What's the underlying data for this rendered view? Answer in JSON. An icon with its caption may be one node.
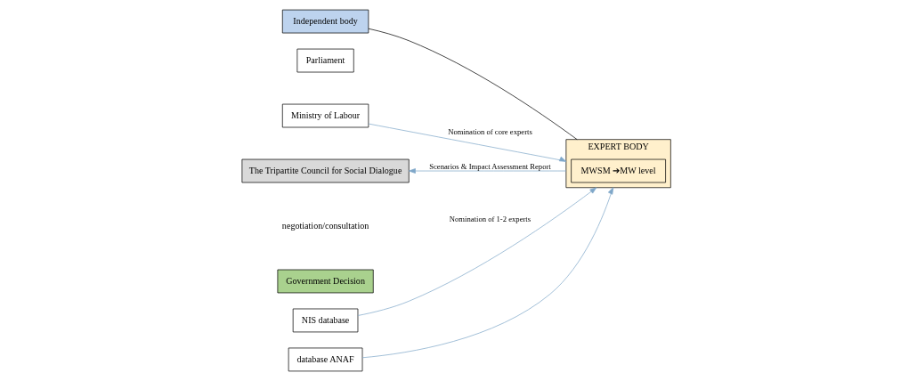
{
  "diagram": {
    "nodes": [
      {
        "text": [
          "Independent body"
        ]
      },
      {
        "text": [
          "Parliament"
        ]
      },
      {
        "text": [
          "Ministry of Labour"
        ]
      },
      {
        "text": [
          "EXPERT BODY"
        ]
      },
      {
        "text": [
          "MWSM ➔MW level"
        ],
        "in": 3
      },
      {
        "text": [
          "NIS database"
        ]
      },
      {
        "text": [
          "database ANAF"
        ]
      },
      {
        "text": [
          "The Tripartite Council for Social Dialogue"
        ]
      },
      {
        "text": [
          "Government Decision"
        ]
      }
    ],
    "edges": [
      {
        "from": 0,
        "to": 3,
        "arrow": "none",
        "color": "#000000"
      },
      {
        "from": 2,
        "to": 3,
        "arrow": "to",
        "label": "Nomination of core experts"
      },
      {
        "from": 5,
        "to": 3,
        "arrow": "to",
        "label": "Nomination of 1-2 experts"
      },
      {
        "from": 6,
        "to": 3,
        "arrow": "to"
      },
      {
        "from": 3,
        "to": 7,
        "arrow": "to",
        "label": "Scenarios & Impact Assessment Report"
      }
    ],
    "labels": [
      "negotiation/consultation"
    ]
  }
}
